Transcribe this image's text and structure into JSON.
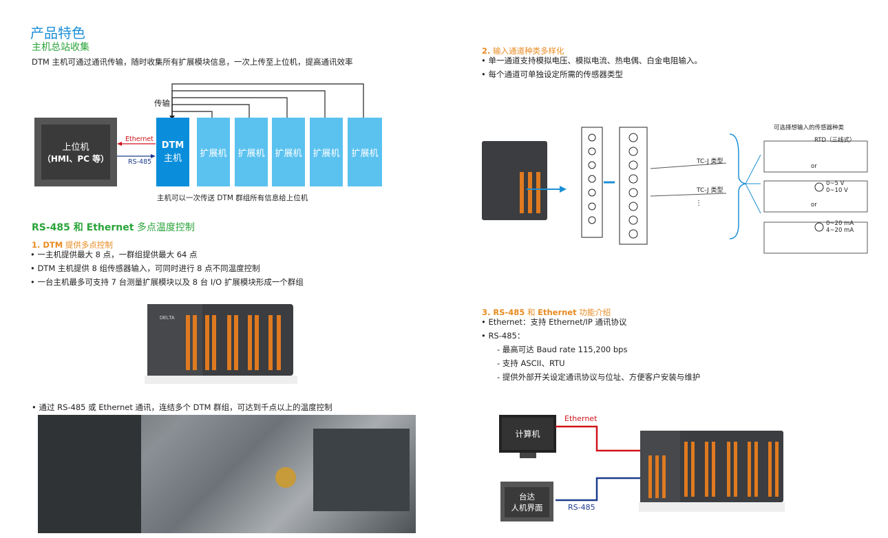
{
  "left": {
    "title": "产品特色",
    "subtitle": "主机总站收集",
    "desc": "DTM 主机可通过通讯传输，随时收集所有扩展模块信息，一次上传至上位机，提高通讯效率",
    "diagram": {
      "transmit_label": "传输",
      "host_line1": "上位机",
      "host_line2": "（HMI、PC 等）",
      "ethernet": "Ethernet",
      "rs485": "RS-485",
      "dtm_line1": "DTM",
      "dtm_line2": "主机",
      "ext_labels": [
        "扩展机",
        "扩展机",
        "扩展机",
        "扩展机",
        "扩展机"
      ],
      "caption": "主机可以一次传送 DTM 群组所有信息给上位机"
    },
    "section2_title_a": "RS-485 和 Ethernet",
    "section2_title_b": " 多点温度控制",
    "sub1_a": "1. DTM",
    "sub1_b": " 提供多点控制",
    "bullets": [
      "•  一主机提供最大 8 点，一群组提供最大 64 点",
      "•  DTM 主机提供 8 组传感器输入，可同时进行 8 点不同温度控制",
      "•  一台主机最多可支持 7 台测量扩展模块以及 8 台 I/O 扩展模块形成一个群组"
    ],
    "bottom_note": "• 通过 RS-485 或 Ethernet 通讯，连结多个 DTM 群组，可达到千点以上的温度控制",
    "device_brand": "DELTA"
  },
  "right": {
    "sec2_title_a": "2.",
    "sec2_title_b": " 输入通道种类多样化",
    "sec2_bullets": [
      "• 单一通道支持模拟电压、模拟电流、热电偶、白金电阻输入。",
      "• 每个通道可单独设定所需的传感器类型"
    ],
    "sensor_title": "可选择想输入的传感器种类",
    "tcj1": "TC-J 类型",
    "tcj2": "TC-J 类型",
    "dots": "⋮",
    "rtd": "RTD（三线式）",
    "or1": "or",
    "v_range1": "0~5 V",
    "v_range2": "0~10 V",
    "or2": "or",
    "a_range1": "0~20 mA",
    "a_range2": "4~20 mA",
    "sec3_title_a": "3. RS-485",
    "sec3_title_b": " 和 ",
    "sec3_title_c": "Ethernet",
    "sec3_title_d": " 功能介绍",
    "sec3_lines": [
      "• Ethernet：支持 Ethernet/IP 通讯协议",
      "• RS-485："
    ],
    "sec3_sub": [
      "- 最高可达 Baud rate 115,200 bps",
      "- 支持 ASCII、RTU",
      "- 提供外部开关设定通讯协议与位址、方便客户安装与维护"
    ],
    "computer": "计算机",
    "hmi_line1": "台达",
    "hmi_line2": "人机界面",
    "ethernet": "Ethernet",
    "rs485": "RS-485"
  },
  "colors": {
    "blue": "#1a8fd6",
    "green": "#2aa43a",
    "orange": "#e98a1f",
    "dtm": "#0a8edb",
    "ext": "#5bc2f0",
    "eth_red": "#d0121b",
    "rs_blue": "#1b3c8c"
  }
}
